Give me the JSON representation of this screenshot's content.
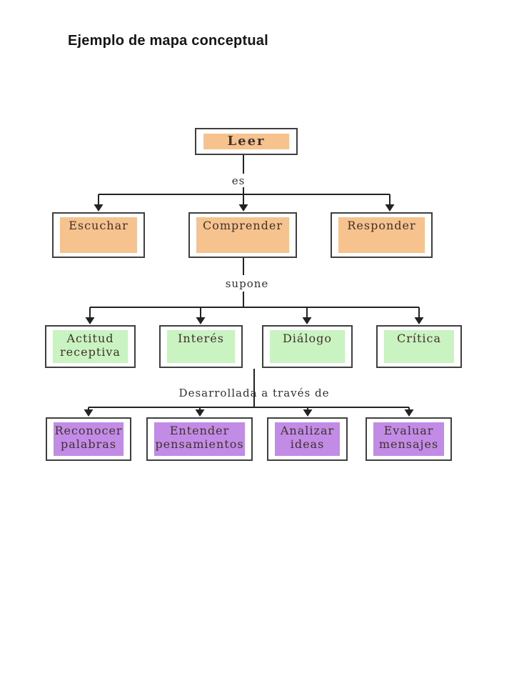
{
  "slide": {
    "title": "Ejemplo de mapa conceptual"
  },
  "diagram": {
    "nodes": {
      "leer": {
        "label": "Leer"
      },
      "escuchar": {
        "label": "Escuchar"
      },
      "comprender": {
        "label": "Comprender"
      },
      "responder": {
        "label": "Responder"
      },
      "actitud": {
        "label": "Actitud receptiva"
      },
      "interes": {
        "label": "Interés"
      },
      "dialogo": {
        "label": "Diálogo"
      },
      "critica": {
        "label": "Crítica"
      },
      "reconocer": {
        "label": "Reconocer palabras"
      },
      "entender": {
        "label": "Entender pensamientos"
      },
      "analizar": {
        "label": "Analizar ideas"
      },
      "evaluar": {
        "label": "Evaluar mensajes"
      }
    },
    "connectors": {
      "es": {
        "label": "es"
      },
      "supone": {
        "label": "supone"
      },
      "desarrollada": {
        "label": "Desarrollada a través de"
      }
    },
    "colors": {
      "level1_fill": "#f6c28e",
      "level2_fill": "#f6c28e",
      "level3_fill": "#c9f3c1",
      "level4_fill": "#c28ce6",
      "box_border": "#3f3f3f",
      "line": "#222222"
    }
  }
}
